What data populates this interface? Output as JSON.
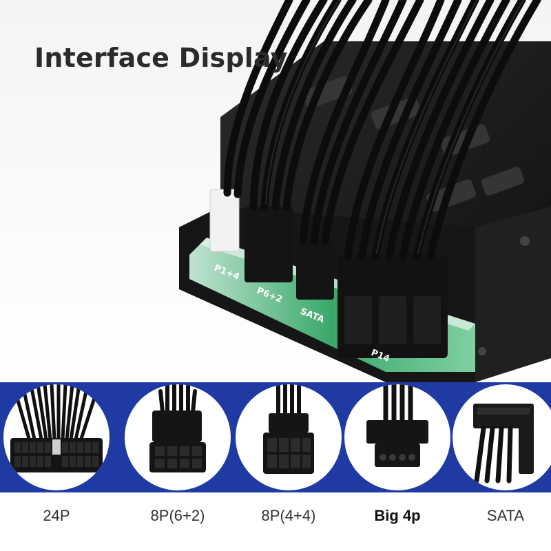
{
  "title": "Interface Display",
  "hero": {
    "pcb_labels": [
      "P1+4",
      "P6+2",
      "SATA",
      "P14"
    ]
  },
  "connectors": [
    {
      "label": "24P",
      "icon": "atx-24pin-connector-icon",
      "bold": false
    },
    {
      "label": "8P(6+2)",
      "icon": "pcie-8pin-connector-icon",
      "bold": false
    },
    {
      "label": "8P(4+4)",
      "icon": "cpu-8pin-connector-icon",
      "bold": false
    },
    {
      "label": "Big 4p",
      "icon": "molex-4pin-connector-icon",
      "bold": true
    },
    {
      "label": "SATA",
      "icon": "sata-connector-icon",
      "bold": false
    }
  ],
  "colors": {
    "band": "#1f3aa3",
    "psu_body": "#1b1b1b",
    "pcb": "#2f9a5c",
    "cable": "#0f0f0f",
    "title": "#2b2b2b"
  }
}
